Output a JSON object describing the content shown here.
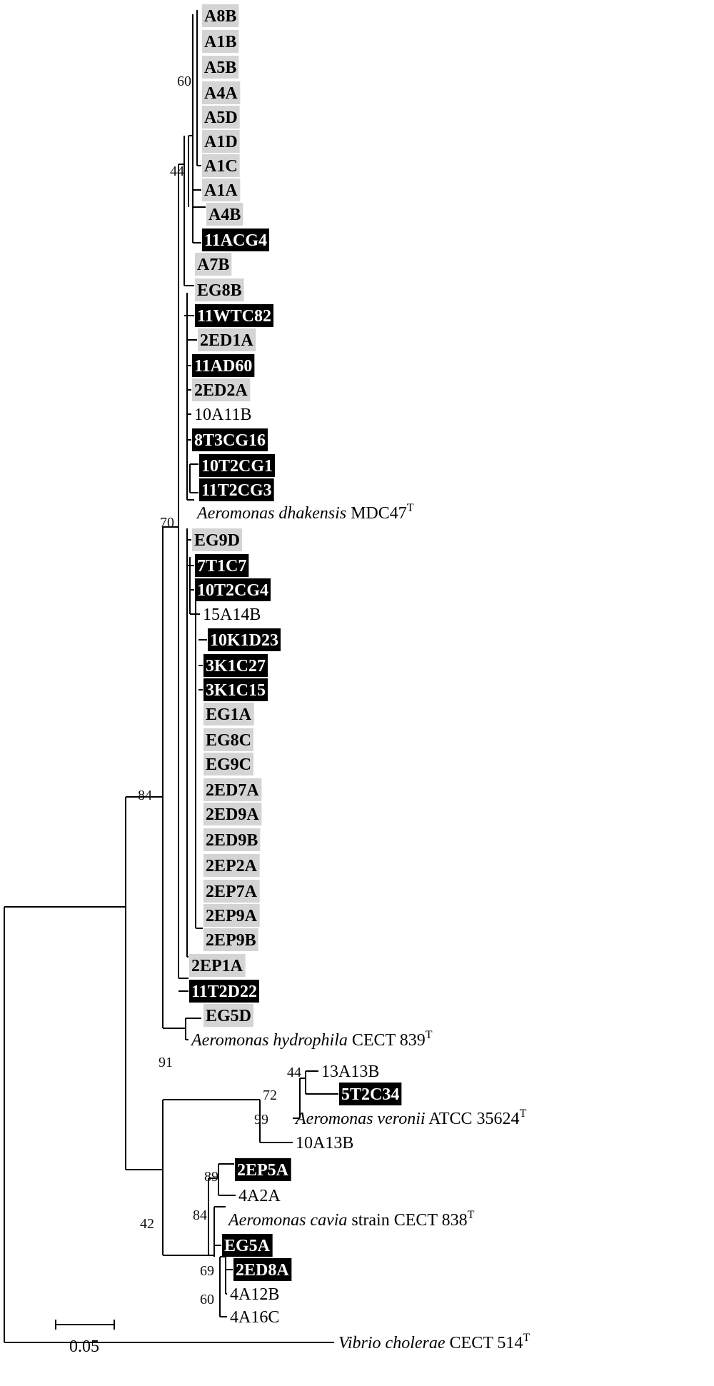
{
  "colors": {
    "black_highlight": "#000000",
    "grey_highlight": "#d4d4d4",
    "line": "#000000",
    "text": "#000000"
  },
  "leaves": [
    {
      "id": "A8B",
      "label": "A8B",
      "style": "grey"
    },
    {
      "id": "A1B",
      "label": "A1B",
      "style": "grey"
    },
    {
      "id": "A5B",
      "label": "A5B",
      "style": "grey"
    },
    {
      "id": "A4A",
      "label": "A4A",
      "style": "grey"
    },
    {
      "id": "A5D",
      "label": "A5D",
      "style": "grey"
    },
    {
      "id": "A1D",
      "label": "A1D",
      "style": "grey"
    },
    {
      "id": "A1C",
      "label": "A1C",
      "style": "grey"
    },
    {
      "id": "A1A",
      "label": "A1A",
      "style": "grey"
    },
    {
      "id": "A4B",
      "label": "A4B",
      "style": "grey"
    },
    {
      "id": "11ACG4",
      "label": "11ACG4",
      "style": "black"
    },
    {
      "id": "A7B",
      "label": "A7B",
      "style": "grey"
    },
    {
      "id": "EG8B",
      "label": "EG8B",
      "style": "grey"
    },
    {
      "id": "11WTC82",
      "label": "11WTC82",
      "style": "black"
    },
    {
      "id": "2ED1A",
      "label": "2ED1A",
      "style": "grey"
    },
    {
      "id": "11AD60",
      "label": "11AD60",
      "style": "black"
    },
    {
      "id": "2ED2A",
      "label": "2ED2A",
      "style": "grey"
    },
    {
      "id": "10A11B",
      "label": "10A11B",
      "style": "plain"
    },
    {
      "id": "8T3CG16",
      "label": "8T3CG16",
      "style": "black"
    },
    {
      "id": "10T2CG1",
      "label": "10T2CG1",
      "style": "black"
    },
    {
      "id": "11T2CG3",
      "label": "11T2CG3",
      "style": "black"
    },
    {
      "id": "dhakensis",
      "genus": "Aeromonas dhakensis",
      "rest": "MDC47",
      "sup": "T",
      "style": "species"
    },
    {
      "id": "EG9D",
      "label": "EG9D",
      "style": "grey"
    },
    {
      "id": "7T1C7",
      "label": "7T1C7",
      "style": "black"
    },
    {
      "id": "10T2CG4",
      "label": "10T2CG4",
      "style": "black"
    },
    {
      "id": "15A14B",
      "label": "15A14B",
      "style": "plain"
    },
    {
      "id": "10K1D23",
      "label": "10K1D23",
      "style": "black"
    },
    {
      "id": "3K1C27",
      "label": "3K1C27",
      "style": "black"
    },
    {
      "id": "3K1C15",
      "label": "3K1C15",
      "style": "black"
    },
    {
      "id": "EG1A",
      "label": "EG1A",
      "style": "grey"
    },
    {
      "id": "EG8C",
      "label": "EG8C",
      "style": "grey"
    },
    {
      "id": "EG9C",
      "label": "EG9C",
      "style": "grey"
    },
    {
      "id": "2ED7A",
      "label": "2ED7A",
      "style": "grey"
    },
    {
      "id": "2ED9A",
      "label": "2ED9A",
      "style": "grey"
    },
    {
      "id": "2ED9B",
      "label": "2ED9B",
      "style": "grey"
    },
    {
      "id": "2EP2A",
      "label": "2EP2A",
      "style": "grey"
    },
    {
      "id": "2EP7A",
      "label": "2EP7A",
      "style": "grey"
    },
    {
      "id": "2EP9A",
      "label": "2EP9A",
      "style": "grey"
    },
    {
      "id": "2EP9B",
      "label": "2EP9B",
      "style": "grey"
    },
    {
      "id": "2EP1A",
      "label": "2EP1A",
      "style": "grey"
    },
    {
      "id": "11T2D22",
      "label": "11T2D22",
      "style": "black"
    },
    {
      "id": "EG5D",
      "label": "EG5D",
      "style": "grey"
    },
    {
      "id": "hydrophila",
      "genus": "Aeromonas hydrophila",
      "rest": "CECT 839",
      "sup": "T",
      "style": "species"
    },
    {
      "id": "13A13B",
      "label": "13A13B",
      "style": "plain"
    },
    {
      "id": "5T2C34",
      "label": "5T2C34",
      "style": "black"
    },
    {
      "id": "veronii",
      "genus": "Aeromonas veronii",
      "rest": "ATCC 35624",
      "sup": "T",
      "style": "species"
    },
    {
      "id": "10A13B",
      "label": "10A13B",
      "style": "plain"
    },
    {
      "id": "2EP5A",
      "label": "2EP5A",
      "style": "black"
    },
    {
      "id": "4A2A",
      "label": "4A2A",
      "style": "plain"
    },
    {
      "id": "cavia",
      "genus": "Aeromonas cavia",
      "rest": "strain  CECT 838",
      "sup": "T",
      "style": "species"
    },
    {
      "id": "EG5A",
      "label": "EG5A",
      "style": "black"
    },
    {
      "id": "2ED8A",
      "label": "2ED8A",
      "style": "black"
    },
    {
      "id": "4A12B",
      "label": "4A12B",
      "style": "plain"
    },
    {
      "id": "4A16C",
      "label": "4A16C",
      "style": "plain"
    },
    {
      "id": "cholerae",
      "genus": "Vibrio cholerae",
      "rest": "CECT 514",
      "sup": "T",
      "style": "species"
    }
  ],
  "bootstrap": [
    "60",
    "44",
    "70",
    "84",
    "91",
    "44",
    "72",
    "99",
    "89",
    "42",
    "84",
    "69",
    "60"
  ],
  "scale_bar": {
    "label": "0.05"
  }
}
